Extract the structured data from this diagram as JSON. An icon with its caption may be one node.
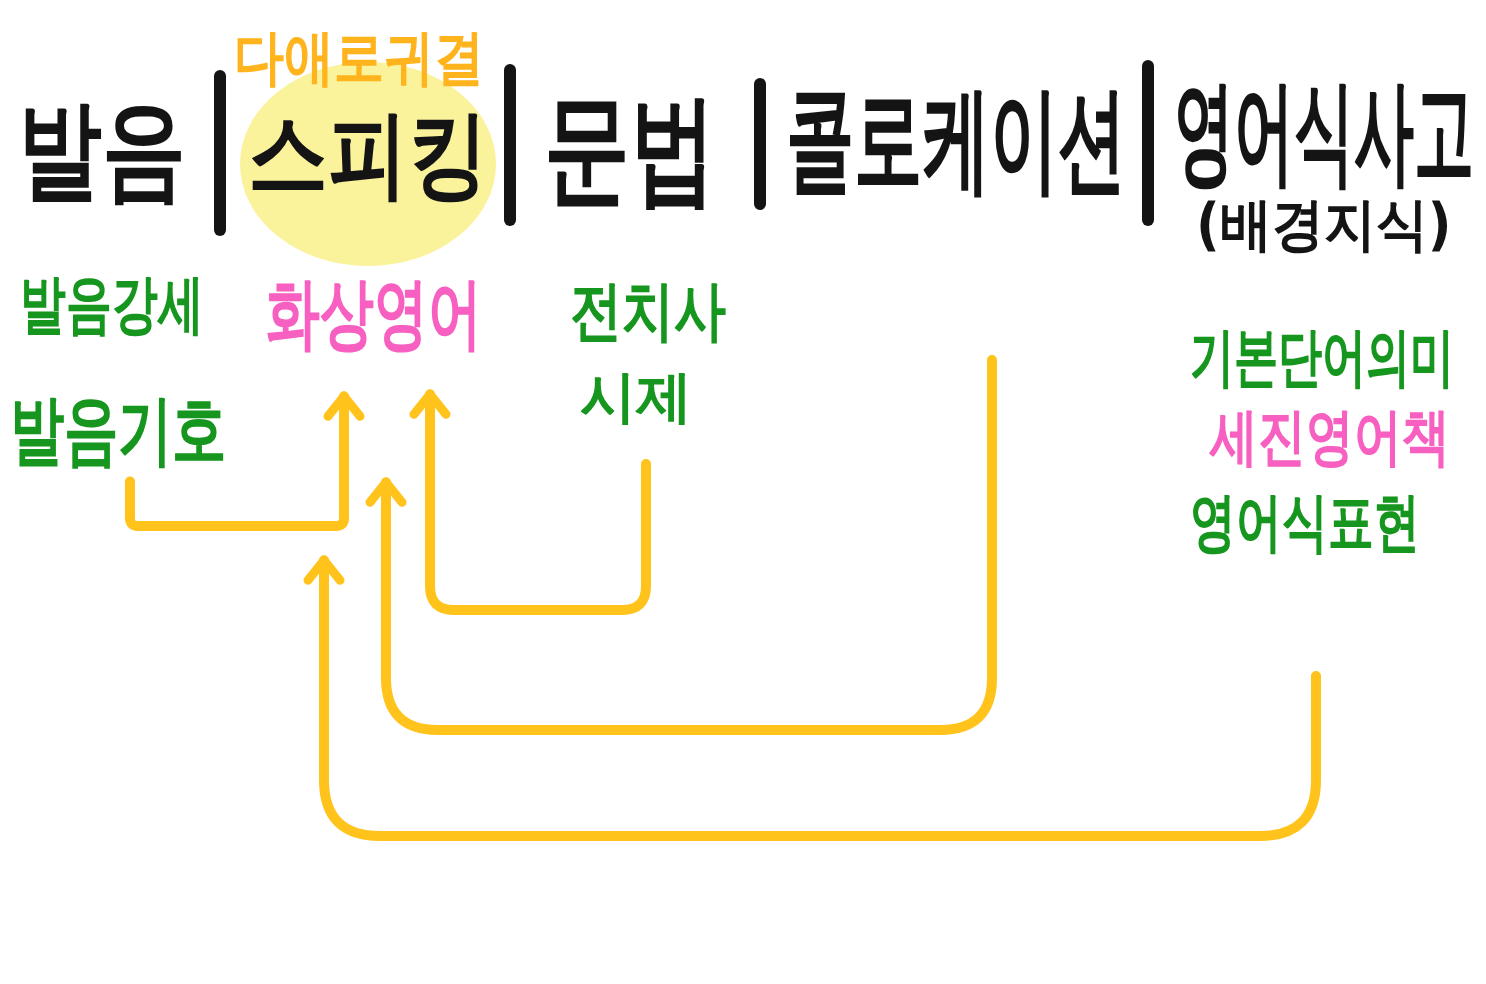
{
  "diagram": {
    "nodes": [
      {
        "text": [
          "발음기호"
        ]
      },
      {
        "text": [
          "화상영어"
        ]
      },
      {
        "text": [
          "시제"
        ]
      }
    ],
    "edges": [
      {
        "from": 0,
        "to": 1,
        "arrow": "to"
      },
      {
        "from": 2,
        "to": 1,
        "arrow": "to"
      },
      {
        "from": null,
        "to": 1,
        "arrow": "to"
      },
      {
        "from": null,
        "to": 1,
        "arrow": "to"
      }
    ],
    "labels": [
      "다애로귀결",
      "발음",
      "스피킹",
      "문법",
      "콜로케이션",
      "영어식사고",
      "(배경지식)",
      "발음강세",
      "전치사",
      "기본단어의미",
      "세진영어책",
      "영어식표현"
    ]
  }
}
